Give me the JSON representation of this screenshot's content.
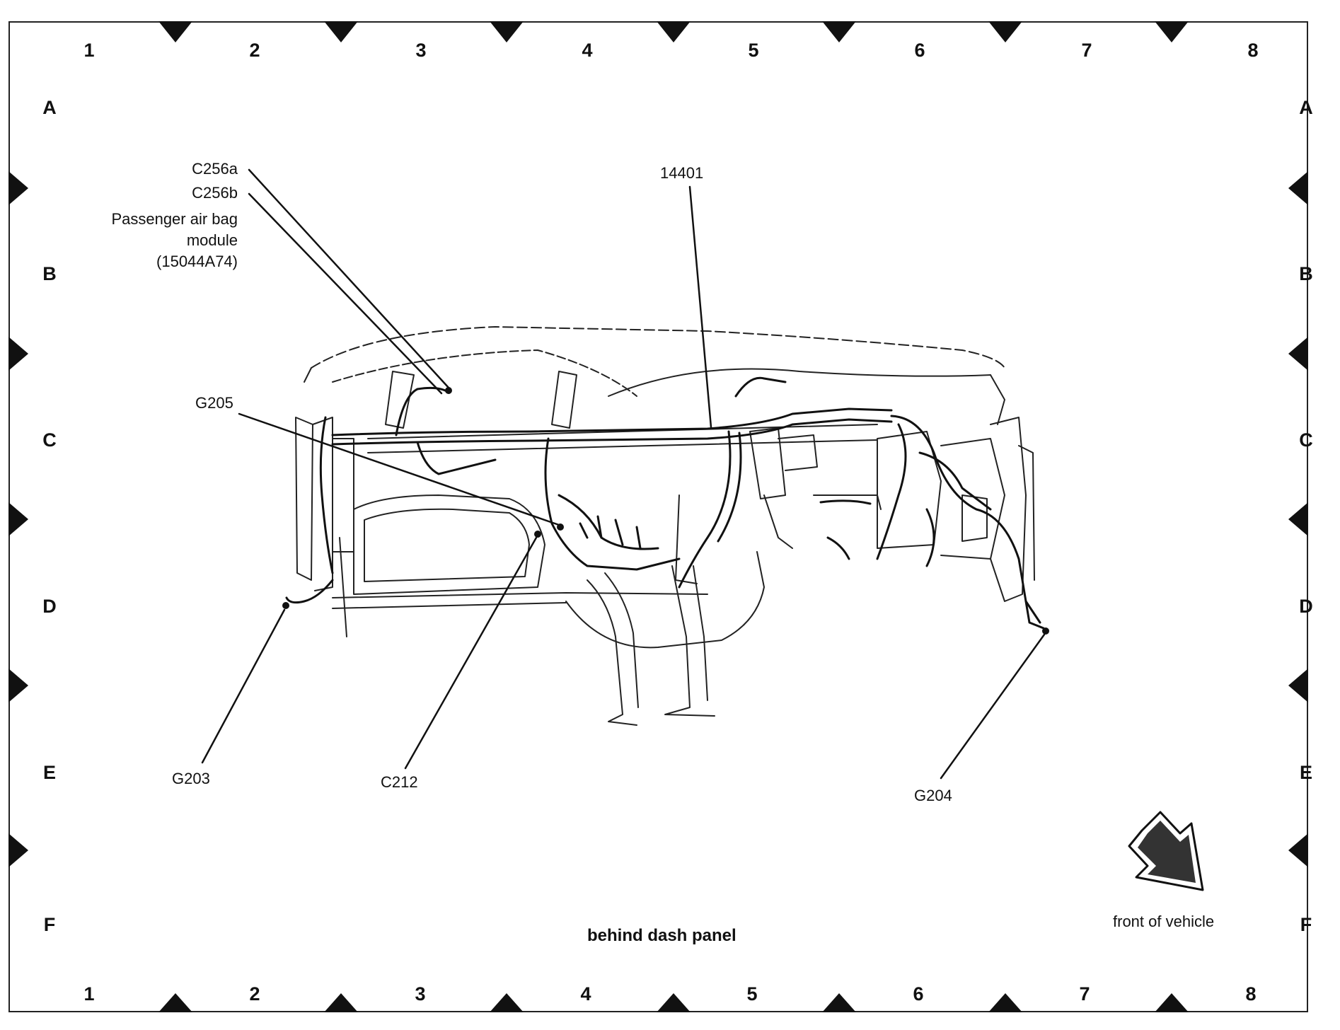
{
  "grid": {
    "columns": [
      "1",
      "2",
      "3",
      "4",
      "5",
      "6",
      "7",
      "8"
    ],
    "rows": [
      "A",
      "B",
      "C",
      "D",
      "E",
      "F"
    ]
  },
  "callouts": {
    "c256a": "C256a",
    "c256b": "C256b",
    "airbag_line1": "Passenger air bag",
    "airbag_line2": "module",
    "airbag_line3": "(15044A74)",
    "harness": "14401",
    "g205": "G205",
    "g203": "G203",
    "c212": "C212",
    "g204": "G204"
  },
  "view_title": "behind dash panel",
  "orientation_label": "front of vehicle"
}
